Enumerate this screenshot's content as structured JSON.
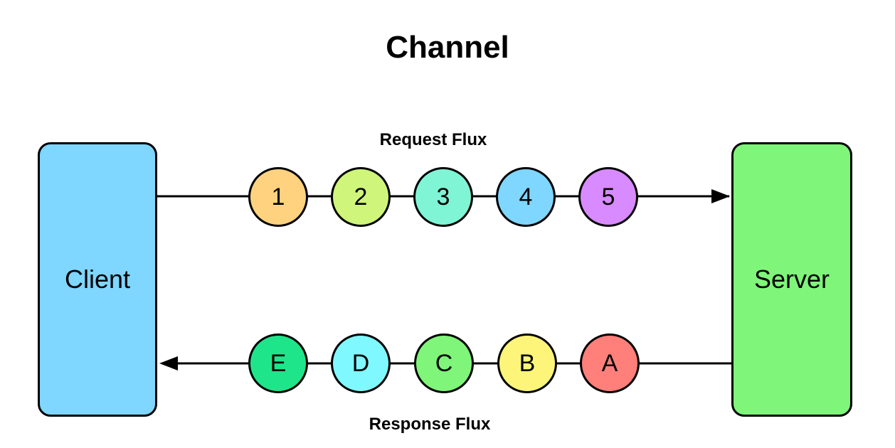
{
  "title": "Channel",
  "request_label": "Request Flux",
  "response_label": "Response Flux",
  "client_label": "Client",
  "server_label": "Server",
  "colors": {
    "client": "#7fd6ff",
    "server": "#7ff57a"
  },
  "request_items": [
    {
      "label": "1",
      "color": "#ffd27f"
    },
    {
      "label": "2",
      "color": "#cff57a"
    },
    {
      "label": "3",
      "color": "#7ff5d6"
    },
    {
      "label": "4",
      "color": "#7fd6ff"
    },
    {
      "label": "5",
      "color": "#d88aff"
    }
  ],
  "response_items": [
    {
      "label": "E",
      "color": "#1fe58a"
    },
    {
      "label": "D",
      "color": "#7ff8ff"
    },
    {
      "label": "C",
      "color": "#7ff57a"
    },
    {
      "label": "B",
      "color": "#fdf57a"
    },
    {
      "label": "A",
      "color": "#ff7f7a"
    }
  ]
}
